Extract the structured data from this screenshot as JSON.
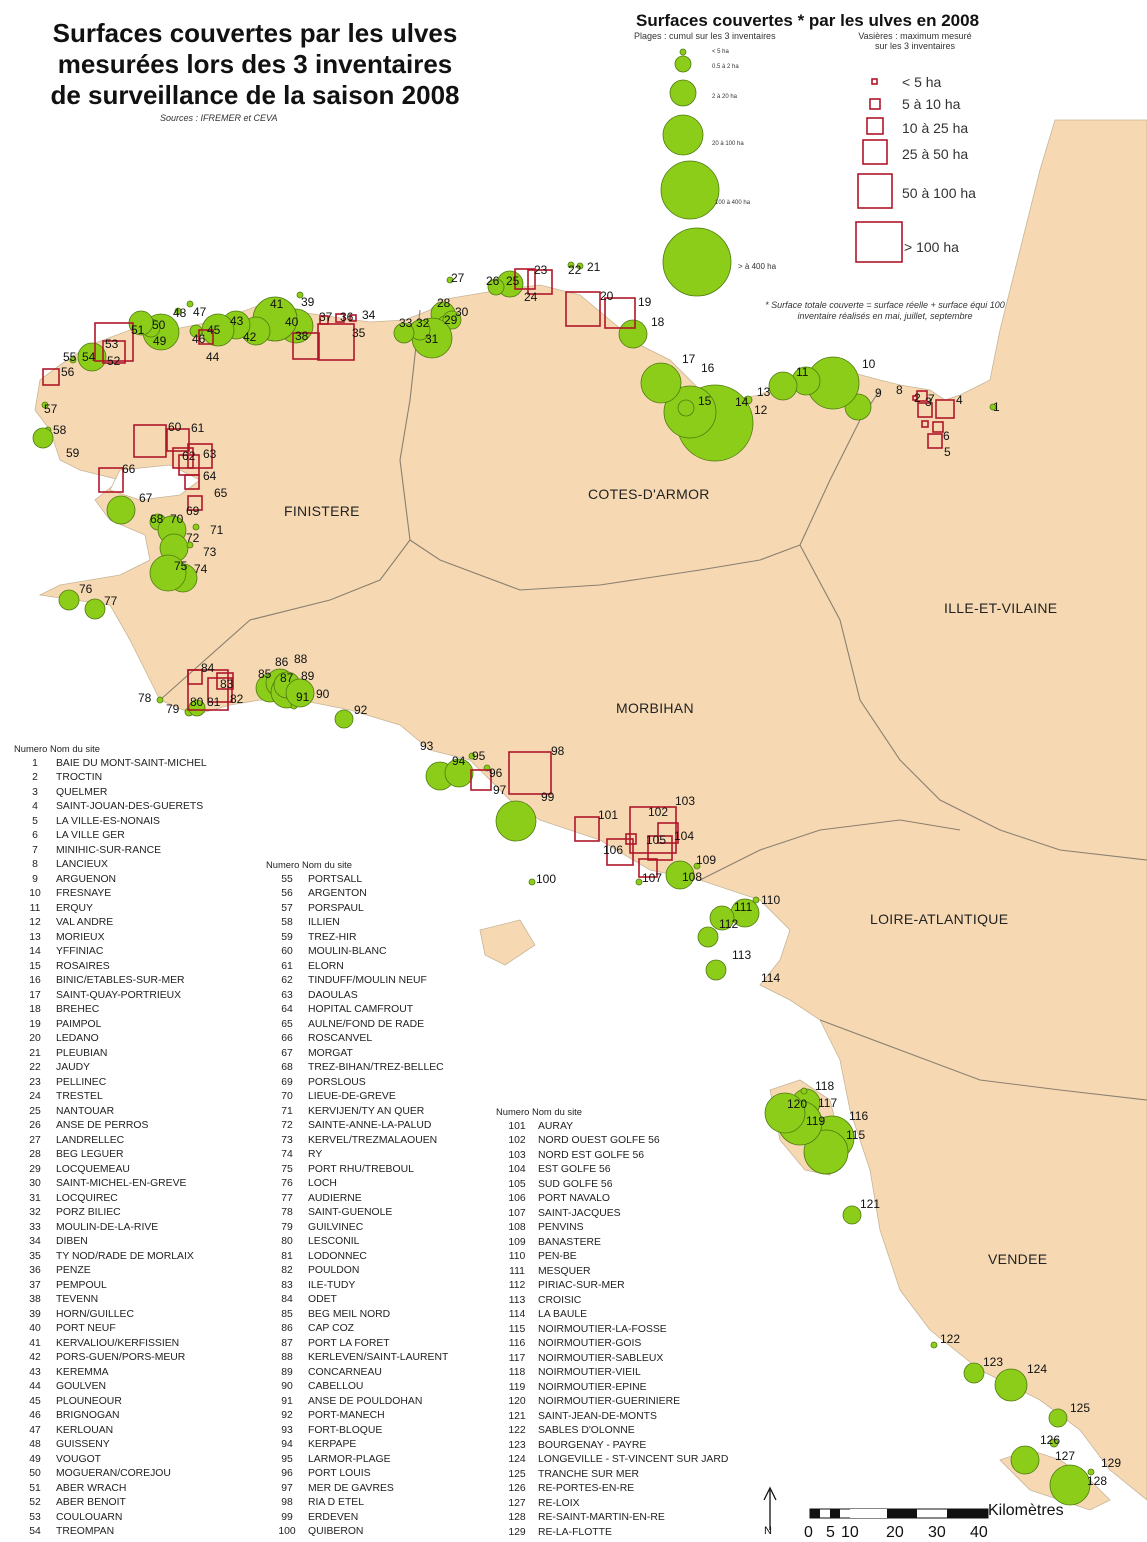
{
  "title": {
    "line1": "Surfaces couvertes par les ulves",
    "line2": "mesurées lors des 3 inventaires",
    "line3": "de surveillance de la saison 2008",
    "sources": "Sources : IFREMER et CEVA"
  },
  "legend": {
    "title": "Surfaces couvertes * par les ulves en 2008",
    "plages_label": "Plages : cumul sur les 3 inventaires",
    "vasieres_label_1": "Vasières : maximum mesuré",
    "vasieres_label_2": "sur les 3 inventaires",
    "plages_classes": [
      "< 5 ha",
      "0.5 à 2 ha",
      "2 à 20 ha",
      "20 à 100 ha",
      "100 à 400 ha",
      "> à 400 ha"
    ],
    "vasieres_classes": [
      "< 5 ha",
      "5 à 10 ha",
      "10 à 25 ha",
      "25 à 50 ha",
      "50 à 100 ha",
      "> 100 ha"
    ],
    "note_1": "* Surface totale couverte = surface réelle + surface équi 100",
    "note_2": "inventaire réalisés en mai, juillet, septembre",
    "colors": {
      "plage_fill": "#8ccd19",
      "vasiere_stroke": "#b0172a",
      "land": "#f6d9b3",
      "sea": "#ffffff"
    }
  },
  "regions": [
    "FINISTERE",
    "COTES-D'ARMOR",
    "ILLE-ET-VILAINE",
    "MORBIHAN",
    "LOIRE-ATLANTIQUE",
    "VENDEE"
  ],
  "site_table": {
    "header_num": "Numero",
    "header_name": "Nom du site",
    "columns": [
      [
        [
          "1",
          "BAIE DU MONT-SAINT-MICHEL"
        ],
        [
          "2",
          "TROCTIN"
        ],
        [
          "3",
          "QUELMER"
        ],
        [
          "4",
          "SAINT-JOUAN-DES-GUERETS"
        ],
        [
          "5",
          "LA VILLE-ES-NONAIS"
        ],
        [
          "6",
          "LA VILLE GER"
        ],
        [
          "7",
          "MINIHIC-SUR-RANCE"
        ],
        [
          "8",
          "LANCIEUX"
        ],
        [
          "9",
          "ARGUENON"
        ],
        [
          "10",
          "FRESNAYE"
        ],
        [
          "11",
          "ERQUY"
        ],
        [
          "12",
          "VAL ANDRE"
        ],
        [
          "13",
          "MORIEUX"
        ],
        [
          "14",
          "YFFINIAC"
        ],
        [
          "15",
          "ROSAIRES"
        ],
        [
          "16",
          "BINIC/ETABLES-SUR-MER"
        ],
        [
          "17",
          "SAINT-QUAY-PORTRIEUX"
        ],
        [
          "18",
          "BREHEC"
        ],
        [
          "19",
          "PAIMPOL"
        ],
        [
          "20",
          "LEDANO"
        ],
        [
          "21",
          "PLEUBIAN"
        ],
        [
          "22",
          "JAUDY"
        ],
        [
          "23",
          "PELLINEC"
        ],
        [
          "24",
          "TRESTEL"
        ],
        [
          "25",
          "NANTOUAR"
        ],
        [
          "26",
          "ANSE DE PERROS"
        ],
        [
          "27",
          "LANDRELLEC"
        ],
        [
          "28",
          "BEG LEGUER"
        ],
        [
          "29",
          "LOCQUEMEAU"
        ],
        [
          "30",
          "SAINT-MICHEL-EN-GREVE"
        ],
        [
          "31",
          "LOCQUIREC"
        ],
        [
          "32",
          "PORZ BILIEC"
        ],
        [
          "33",
          "MOULIN-DE-LA-RIVE"
        ],
        [
          "34",
          "DIBEN"
        ],
        [
          "35",
          "TY NOD/RADE DE MORLAIX"
        ],
        [
          "36",
          "PENZE"
        ],
        [
          "37",
          "PEMPOUL"
        ],
        [
          "38",
          "TEVENN"
        ],
        [
          "39",
          "HORN/GUILLEC"
        ],
        [
          "40",
          "PORT NEUF"
        ],
        [
          "41",
          "KERVALIOU/KERFISSIEN"
        ],
        [
          "42",
          "PORS-GUEN/PORS-MEUR"
        ],
        [
          "43",
          "KEREMMA"
        ],
        [
          "44",
          "GOULVEN"
        ],
        [
          "45",
          "PLOUNEOUR"
        ],
        [
          "46",
          "BRIGNOGAN"
        ],
        [
          "47",
          "KERLOUAN"
        ],
        [
          "48",
          "GUISSENY"
        ],
        [
          "49",
          "VOUGOT"
        ],
        [
          "50",
          "MOGUERAN/COREJOU"
        ],
        [
          "51",
          "ABER WRACH"
        ],
        [
          "52",
          "ABER BENOIT"
        ],
        [
          "53",
          "COULOUARN"
        ],
        [
          "54",
          "TREOMPAN"
        ]
      ],
      [
        [
          "55",
          "PORTSALL"
        ],
        [
          "56",
          "ARGENTON"
        ],
        [
          "57",
          "PORSPAUL"
        ],
        [
          "58",
          "ILLIEN"
        ],
        [
          "59",
          "TREZ-HIR"
        ],
        [
          "60",
          "MOULIN-BLANC"
        ],
        [
          "61",
          "ELORN"
        ],
        [
          "62",
          "TINDUFF/MOULIN NEUF"
        ],
        [
          "63",
          "DAOULAS"
        ],
        [
          "64",
          "HOPITAL CAMFROUT"
        ],
        [
          "65",
          "AULNE/FOND DE RADE"
        ],
        [
          "66",
          "ROSCANVEL"
        ],
        [
          "67",
          "MORGAT"
        ],
        [
          "68",
          "TREZ-BIHAN/TREZ-BELLEC"
        ],
        [
          "69",
          "PORSLOUS"
        ],
        [
          "70",
          "LIEUE-DE-GREVE"
        ],
        [
          "71",
          "KERVIJEN/TY AN QUER"
        ],
        [
          "72",
          "SAINTE-ANNE-LA-PALUD"
        ],
        [
          "73",
          "KERVEL/TREZMALAOUEN"
        ],
        [
          "74",
          "RY"
        ],
        [
          "75",
          "PORT RHU/TREBOUL"
        ],
        [
          "76",
          "LOCH"
        ],
        [
          "77",
          "AUDIERNE"
        ],
        [
          "78",
          "SAINT-GUENOLE"
        ],
        [
          "79",
          "GUILVINEC"
        ],
        [
          "80",
          "LESCONIL"
        ],
        [
          "81",
          "LODONNEC"
        ],
        [
          "82",
          "POULDON"
        ],
        [
          "83",
          "ILE-TUDY"
        ],
        [
          "84",
          "ODET"
        ],
        [
          "85",
          "BEG MEIL NORD"
        ],
        [
          "86",
          "CAP COZ"
        ],
        [
          "87",
          "PORT LA FORET"
        ],
        [
          "88",
          "KERLEVEN/SAINT-LAURENT"
        ],
        [
          "89",
          "CONCARNEAU"
        ],
        [
          "90",
          "CABELLOU"
        ],
        [
          "91",
          "ANSE DE POULDOHAN"
        ],
        [
          "92",
          "PORT-MANECH"
        ],
        [
          "93",
          "FORT-BLOQUE"
        ],
        [
          "94",
          "KERPAPE"
        ],
        [
          "95",
          "LARMOR-PLAGE"
        ],
        [
          "96",
          "PORT LOUIS"
        ],
        [
          "97",
          "MER DE GAVRES"
        ],
        [
          "98",
          "RIA D ETEL"
        ],
        [
          "99",
          "ERDEVEN"
        ],
        [
          "100",
          "QUIBERON"
        ]
      ],
      [
        [
          "101",
          "AURAY"
        ],
        [
          "102",
          "NORD OUEST GOLFE 56"
        ],
        [
          "103",
          "NORD EST GOLFE 56"
        ],
        [
          "104",
          "EST GOLFE 56"
        ],
        [
          "105",
          "SUD GOLFE 56"
        ],
        [
          "106",
          "PORT NAVALO"
        ],
        [
          "107",
          "SAINT-JACQUES"
        ],
        [
          "108",
          "PENVINS"
        ],
        [
          "109",
          "BANASTERE"
        ],
        [
          "110",
          "PEN-BE"
        ],
        [
          "111",
          "MESQUER"
        ],
        [
          "112",
          "PIRIAC-SUR-MER"
        ],
        [
          "113",
          "CROISIC"
        ],
        [
          "114",
          "LA BAULE"
        ],
        [
          "115",
          "NOIRMOUTIER-LA-FOSSE"
        ],
        [
          "116",
          "NOIRMOUTIER-GOIS"
        ],
        [
          "117",
          "NOIRMOUTIER-SABLEUX"
        ],
        [
          "118",
          "NOIRMOUTIER-VIEIL"
        ],
        [
          "119",
          "NOIRMOUTIER-EPINE"
        ],
        [
          "120",
          "NOIRMOUTIER-GUERINIERE"
        ],
        [
          "121",
          "SAINT-JEAN-DE-MONTS"
        ],
        [
          "122",
          "SABLES D'OLONNE"
        ],
        [
          "123",
          "BOURGENAY - PAYRE"
        ],
        [
          "124",
          "LONGEVILLE - ST-VINCENT SUR JARD"
        ],
        [
          "125",
          "TRANCHE SUR MER"
        ],
        [
          "126",
          "RE-PORTES-EN-RE"
        ],
        [
          "127",
          "RE-LOIX"
        ],
        [
          "128",
          "RE-SAINT-MARTIN-EN-RE"
        ],
        [
          "129",
          "RE-LA-FLOTTE"
        ]
      ]
    ]
  },
  "scale": {
    "unit_label": "Kilomètres",
    "ticks": [
      "0",
      "5",
      "10",
      "20",
      "30",
      "40"
    ]
  },
  "north_label": "N",
  "circles": [
    {
      "id": "1",
      "r": 3
    },
    {
      "id": "9",
      "r": 13
    },
    {
      "id": "10",
      "r": 26
    },
    {
      "id": "11",
      "r": 14
    },
    {
      "id": "12",
      "r": 4
    },
    {
      "id": "13",
      "r": 14
    },
    {
      "id": "14",
      "r": 38
    },
    {
      "id": "15",
      "r": 26
    },
    {
      "id": "16",
      "r": 8
    },
    {
      "id": "17",
      "r": 20
    },
    {
      "id": "18",
      "r": 14
    },
    {
      "id": "21",
      "r": 3
    },
    {
      "id": "22",
      "r": 3
    },
    {
      "id": "25",
      "r": 13
    },
    {
      "id": "26",
      "r": 8
    },
    {
      "id": "27",
      "r": 3
    },
    {
      "id": "28",
      "r": 12
    },
    {
      "id": "29",
      "r": 7
    },
    {
      "id": "30",
      "r": 9
    },
    {
      "id": "31",
      "r": 20
    },
    {
      "id": "32",
      "r": 10
    },
    {
      "id": "33",
      "r": 10
    },
    {
      "id": "39",
      "r": 3
    },
    {
      "id": "40",
      "r": 17
    },
    {
      "id": "41",
      "r": 22
    },
    {
      "id": "42",
      "r": 14
    },
    {
      "id": "43",
      "r": 14
    },
    {
      "id": "45",
      "r": 16
    },
    {
      "id": "46",
      "r": 6
    },
    {
      "id": "47",
      "r": 3
    },
    {
      "id": "48",
      "r": 3
    },
    {
      "id": "49",
      "r": 18
    },
    {
      "id": "50",
      "r": 9
    },
    {
      "id": "51",
      "r": 12
    },
    {
      "id": "54",
      "r": 14
    },
    {
      "id": "55",
      "r": 3
    },
    {
      "id": "57",
      "r": 3
    },
    {
      "id": "58",
      "r": 3
    },
    {
      "id": "59",
      "r": 10
    },
    {
      "id": "67",
      "r": 14
    },
    {
      "id": "68",
      "r": 8
    },
    {
      "id": "70",
      "r": 14
    },
    {
      "id": "71",
      "r": 3
    },
    {
      "id": "72",
      "r": 14
    },
    {
      "id": "73",
      "r": 3
    },
    {
      "id": "74",
      "r": 14
    },
    {
      "id": "75",
      "r": 18
    },
    {
      "id": "76",
      "r": 10
    },
    {
      "id": "77",
      "r": 10
    },
    {
      "id": "78",
      "r": 3
    },
    {
      "id": "79",
      "r": 4
    },
    {
      "id": "80",
      "r": 8
    },
    {
      "id": "85",
      "r": 14
    },
    {
      "id": "86",
      "r": 14
    },
    {
      "id": "87",
      "r": 16
    },
    {
      "id": "88",
      "r": 13
    },
    {
      "id": "89",
      "r": 9
    },
    {
      "id": "90",
      "r": 3
    },
    {
      "id": "91",
      "r": 14
    },
    {
      "id": "92",
      "r": 9
    },
    {
      "id": "93",
      "r": 14
    },
    {
      "id": "94",
      "r": 14
    },
    {
      "id": "95",
      "r": 3
    },
    {
      "id": "96",
      "r": 3
    },
    {
      "id": "99",
      "r": 20
    },
    {
      "id": "100",
      "r": 3
    },
    {
      "id": "107",
      "r": 3
    },
    {
      "id": "108",
      "r": 14
    },
    {
      "id": "109",
      "r": 3
    },
    {
      "id": "110",
      "r": 3
    },
    {
      "id": "111",
      "r": 14
    },
    {
      "id": "112",
      "r": 12
    },
    {
      "id": "113",
      "r": 10
    },
    {
      "id": "114",
      "r": 10
    },
    {
      "id": "115",
      "r": 22
    },
    {
      "id": "116",
      "r": 22
    },
    {
      "id": "117",
      "r": 14
    },
    {
      "id": "118",
      "r": 3
    },
    {
      "id": "119",
      "r": 22
    },
    {
      "id": "120",
      "r": 20
    },
    {
      "id": "121",
      "r": 9
    },
    {
      "id": "122",
      "r": 3
    },
    {
      "id": "123",
      "r": 10
    },
    {
      "id": "124",
      "r": 16
    },
    {
      "id": "125",
      "r": 9
    },
    {
      "id": "126",
      "r": 4
    },
    {
      "id": "127",
      "r": 14
    },
    {
      "id": "128",
      "r": 20
    },
    {
      "id": "129",
      "r": 3
    }
  ],
  "squares": [
    {
      "id": "2",
      "s": 10
    },
    {
      "id": "3",
      "s": 14
    },
    {
      "id": "4",
      "s": 18
    },
    {
      "id": "5",
      "s": 14
    },
    {
      "id": "6",
      "s": 10
    },
    {
      "id": "7",
      "s": 6
    },
    {
      "id": "8",
      "s": 4
    },
    {
      "id": "19",
      "s": 30
    },
    {
      "id": "20",
      "s": 34
    },
    {
      "id": "23",
      "s": 24
    },
    {
      "id": "24",
      "s": 20
    },
    {
      "id": "34",
      "s": 6
    },
    {
      "id": "35",
      "s": 36
    },
    {
      "id": "36",
      "s": 8
    },
    {
      "id": "37",
      "s": 8
    },
    {
      "id": "38",
      "s": 26
    },
    {
      "id": "44",
      "s": 14
    },
    {
      "id": "52",
      "s": 22
    },
    {
      "id": "53",
      "s": 38
    },
    {
      "id": "56",
      "s": 16
    },
    {
      "id": "60",
      "s": 32
    },
    {
      "id": "61",
      "s": 22
    },
    {
      "id": "62",
      "s": 20
    },
    {
      "id": "63",
      "s": 24
    },
    {
      "id": "64",
      "s": 20
    },
    {
      "id": "65",
      "s": 14
    },
    {
      "id": "66",
      "s": 24
    },
    {
      "id": "69",
      "s": 14
    },
    {
      "id": "81",
      "s": 24
    },
    {
      "id": "82",
      "s": 40
    },
    {
      "id": "83",
      "s": 16
    },
    {
      "id": "84",
      "s": 14
    },
    {
      "id": "97",
      "s": 20
    },
    {
      "id": "98",
      "s": 42
    },
    {
      "id": "101",
      "s": 24
    },
    {
      "id": "102",
      "s": 46
    },
    {
      "id": "103",
      "s": 10
    },
    {
      "id": "104",
      "s": 20
    },
    {
      "id": "105",
      "s": 24
    },
    {
      "id": "106",
      "s": 26
    },
    {
      "id": "107b",
      "s": 18
    }
  ]
}
